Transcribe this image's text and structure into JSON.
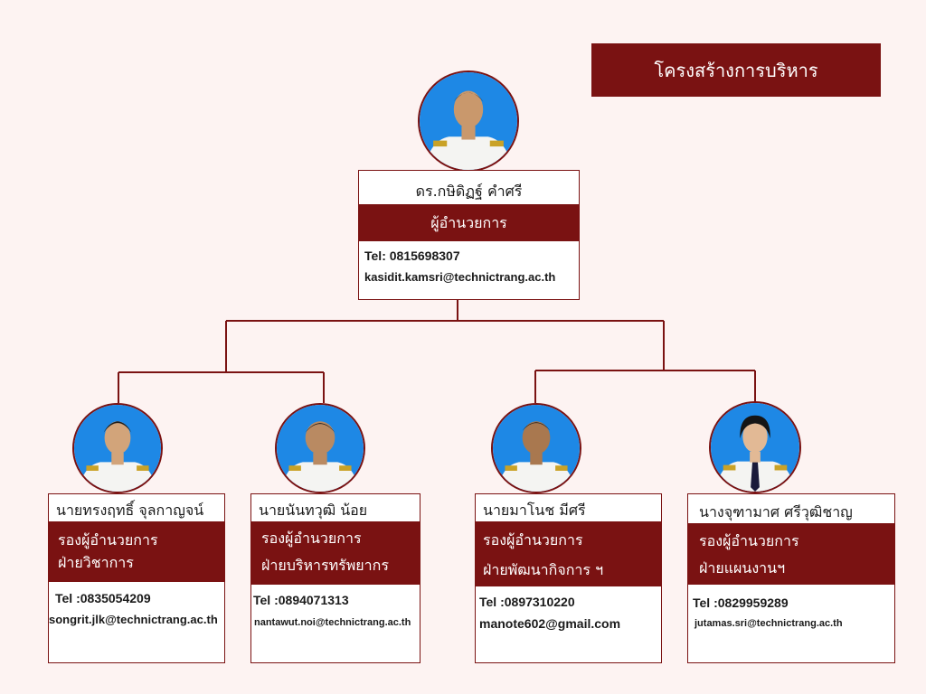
{
  "title": "โครงสร้างการบริหาร",
  "colors": {
    "accent": "#7a1212",
    "background": "#fdf3f2",
    "photo_bg": "#1e88e5"
  },
  "director": {
    "name": "ดร.กษิดิฏฐ์  คำศรี",
    "position": "ผู้อำนวยการ",
    "tel": "Tel: 0815698307",
    "email": "kasidit.kamsri@technictrang.ac.th"
  },
  "deputies": [
    {
      "name": "นายทรงฤทธิ์  จุลกาญจน์",
      "position": "รองผู้อำนวยการ",
      "department": "ฝ่ายวิชาการ",
      "tel": "Tel :0835054209",
      "email": "songrit.jlk@technictrang.ac.th"
    },
    {
      "name": "นายนันทวุฒิ  น้อย",
      "position": "รองผู้อำนวยการ",
      "department": "ฝ่ายบริหารทรัพยากร",
      "tel": "Tel :0894071313",
      "email": "nantawut.noi@technictrang.ac.th"
    },
    {
      "name": "นายมาโนช  มีศรี",
      "position": "รองผู้อำนวยการ",
      "department": "ฝ่ายพัฒนากิจการ ฯ",
      "tel": "Tel :0897310220",
      "email": "manote602@gmail.com"
    },
    {
      "name": "นางจุฑามาศ  ศรีวุฒิชาญ",
      "position": "รองผู้อำนวยการ",
      "department": "ฝ่ายแผนงานฯ",
      "tel": "Tel :0829959289",
      "email": "jutamas.sri@technictrang.ac.th"
    }
  ]
}
